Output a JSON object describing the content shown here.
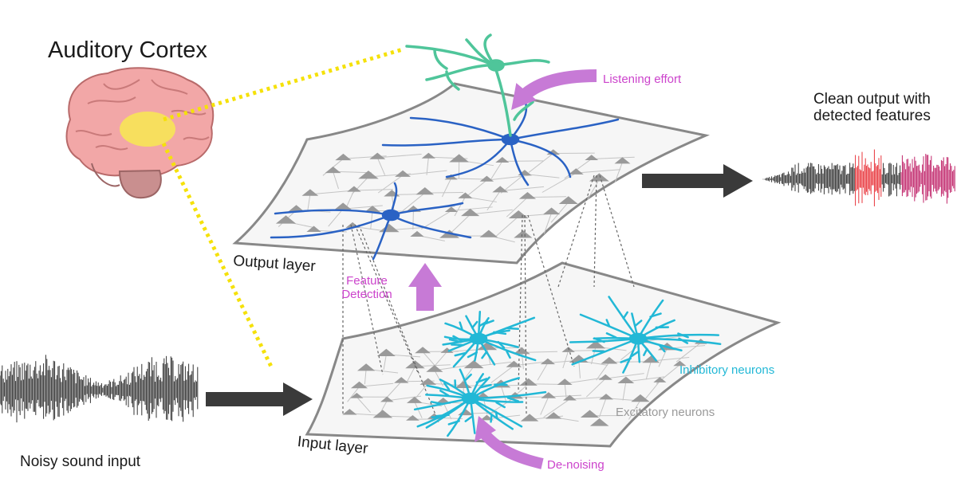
{
  "title": "Auditory Cortex",
  "labels": {
    "noisy_input": "Noisy sound input",
    "output_layer": "Output layer",
    "input_layer": "Input layer",
    "listening_effort": "Listening effort",
    "feature_detection_1": "Feature",
    "feature_detection_2": "Detection",
    "de_noising": "De-noising",
    "inhibitory": "Inhibitory neurons",
    "excitatory": "Excitatory neurons",
    "clean_output_1": "Clean output with",
    "clean_output_2": "detected features"
  },
  "colors": {
    "annotation": "#cc44cc",
    "arrow_purple": "#c77ad6",
    "inhibitory": "#22b8d6",
    "excitatory_text": "#9a9a9a",
    "output_neuron": "#2a62c4",
    "apical_neuron": "#4fc59a",
    "brain": "#f2a7a7",
    "cortex_highlight": "#f7e657",
    "dotted_link": "#f5e10a",
    "flow_arrow": "#3a3a3a",
    "feature_red": "#e8343a",
    "feature_magenta": "#c0256a"
  },
  "icons": [
    "brain-icon",
    "neuron-icon",
    "waveform-icon"
  ]
}
